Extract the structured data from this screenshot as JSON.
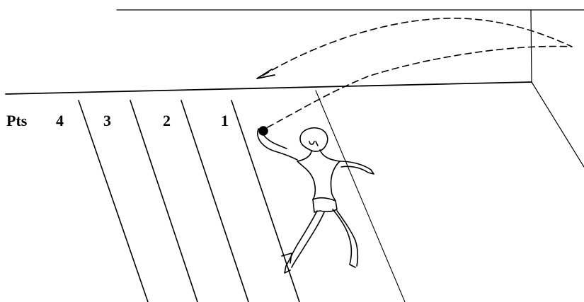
{
  "labels": {
    "pts": "Pts",
    "zone_4": "4",
    "zone_3": "3",
    "zone_2": "2",
    "zone_1": "1"
  },
  "colors": {
    "ink": "#000000",
    "background": "#ffffff"
  },
  "figure": {
    "depicts": "throwing-figure",
    "ball_color": "#000000"
  }
}
